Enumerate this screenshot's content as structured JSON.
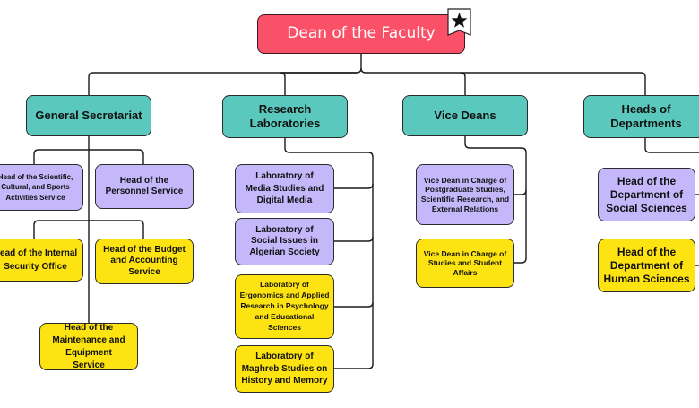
{
  "chart_data": {
    "type": "org-chart",
    "root": {
      "label": "Dean of the Faculty",
      "badge_icon": "star-bookmark-icon",
      "color": "#fa5068",
      "children": [
        {
          "label": "General Secretariat",
          "color": "#5ac8bd",
          "children": [
            {
              "label": "Head of the Scientific, Cultural, and Sports Activities Service",
              "color": "#c4b8fb"
            },
            {
              "label": "Head of the Personnel Service",
              "color": "#c4b8fb"
            },
            {
              "label": "Head of the Internal Security Office",
              "color": "#fde311"
            },
            {
              "label": "Head of the Budget and Accounting Service",
              "color": "#fde311"
            },
            {
              "label": "Head of the Maintenance and Equipment Service",
              "color": "#fde311"
            }
          ]
        },
        {
          "label": "Research Laboratories",
          "color": "#5ac8bd",
          "children": [
            {
              "label": "Laboratory of Media Studies and Digital Media",
              "color": "#c4b8fb"
            },
            {
              "label": "Laboratory of Social Issues in Algerian Society",
              "color": "#c4b8fb"
            },
            {
              "label": "Laboratory of Ergonomics and Applied Research in Psychology and Educational Sciences",
              "color": "#fde311"
            },
            {
              "label": "Laboratory of Maghreb Studies on History and Memory",
              "color": "#fde311"
            }
          ]
        },
        {
          "label": "Vice Deans",
          "color": "#5ac8bd",
          "children": [
            {
              "label": "Vice Dean in Charge of Postgraduate Studies, Scientific Research, and External Relations",
              "color": "#c4b8fb"
            },
            {
              "label": "Vice Dean in Charge of Studies and Student Affairs",
              "color": "#fde311"
            }
          ]
        },
        {
          "label": "Heads of Departments",
          "color": "#5ac8bd",
          "children": [
            {
              "label": "Head of the Department of Social Sciences",
              "color": "#c4b8fb"
            },
            {
              "label": "Head of the Department of Human Sciences",
              "color": "#fde311"
            }
          ]
        }
      ]
    }
  },
  "nodes": {
    "root": "Dean of the Faculty",
    "gs": "General Secretariat",
    "rl": "Research Laboratories",
    "vd": "Vice Deans",
    "hd": "Heads of Departments",
    "gs_1": "Head of the Scientific, Cultural, and Sports Activities Service",
    "gs_2": "Head of the Personnel Service",
    "gs_3": "Head of the Internal Security Office",
    "gs_4": "Head of the Budget and Accounting Service",
    "gs_5": "Head of the Maintenance and Equipment Service",
    "rl_1": "Laboratory of Media Studies and Digital Media",
    "rl_2": "Laboratory of Social Issues in Algerian Society",
    "rl_3": "Laboratory of Ergonomics and Applied Research in Psychology and Educational Sciences",
    "rl_4": "Laboratory of Maghreb Studies on History and Memory",
    "vd_1": "Vice Dean in Charge of Postgraduate Studies, Scientific Research, and External Relations",
    "vd_2": "Vice Dean in Charge of Studies and Student Affairs",
    "hd_1": "Head of the Department of Social Sciences",
    "hd_2": "Head of the Department of Human Sciences"
  },
  "colors": {
    "root": "#fa5068",
    "level1": "#5ac8bd",
    "lavender": "#c4b8fb",
    "yellow": "#fde311",
    "line": "#1a1a1a"
  }
}
